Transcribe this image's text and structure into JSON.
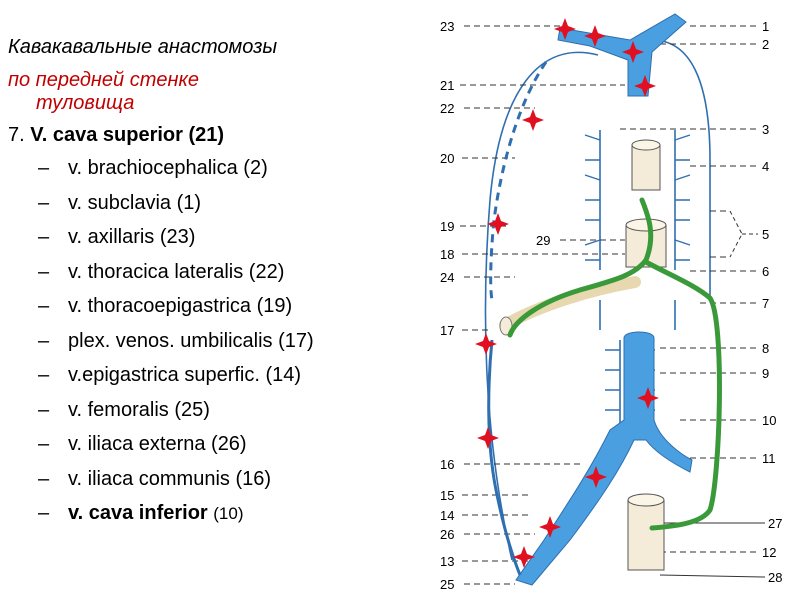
{
  "slide": {
    "title_line1": "Кавакавальные анастомозы",
    "title_line2": "по передней стенке",
    "title_line3": "туловища",
    "heading_num": "7.",
    "heading_bold": "V. cava superior (21)",
    "items": [
      "v. brachiocephalica (2)",
      "v. subclavia (1)",
      "v. axillaris (23)",
      "v. thoracica lateralis (22)",
      "v. thoracoepigastrica (19)",
      "plex. venos. umbilicalis (17)",
      "v.epigastrica superfic. (14)",
      "v. femoralis (25)",
      "v. iliaca externa (26)",
      "v. iliaca communis (16)"
    ],
    "last_item_bold": "v. cava inferior",
    "last_item_num": "(10)",
    "dash": "–"
  },
  "diagram": {
    "left_labels": [
      "23",
      "21",
      "22",
      "20",
      "19",
      "18",
      "24",
      "17",
      "16",
      "15",
      "14",
      "26",
      "13",
      "25"
    ],
    "right_labels": [
      "1",
      "2",
      "3",
      "4",
      "5",
      "6",
      "7",
      "8",
      "9",
      "10",
      "11",
      "27",
      "12",
      "28"
    ],
    "inner_labels": [
      "29"
    ],
    "colors": {
      "vein": "#4a9fe0",
      "vein_dark": "#2f6fb0",
      "anastomosis": "#3a9a3a",
      "marker": "#e01020",
      "text_red": "#c00000"
    }
  }
}
